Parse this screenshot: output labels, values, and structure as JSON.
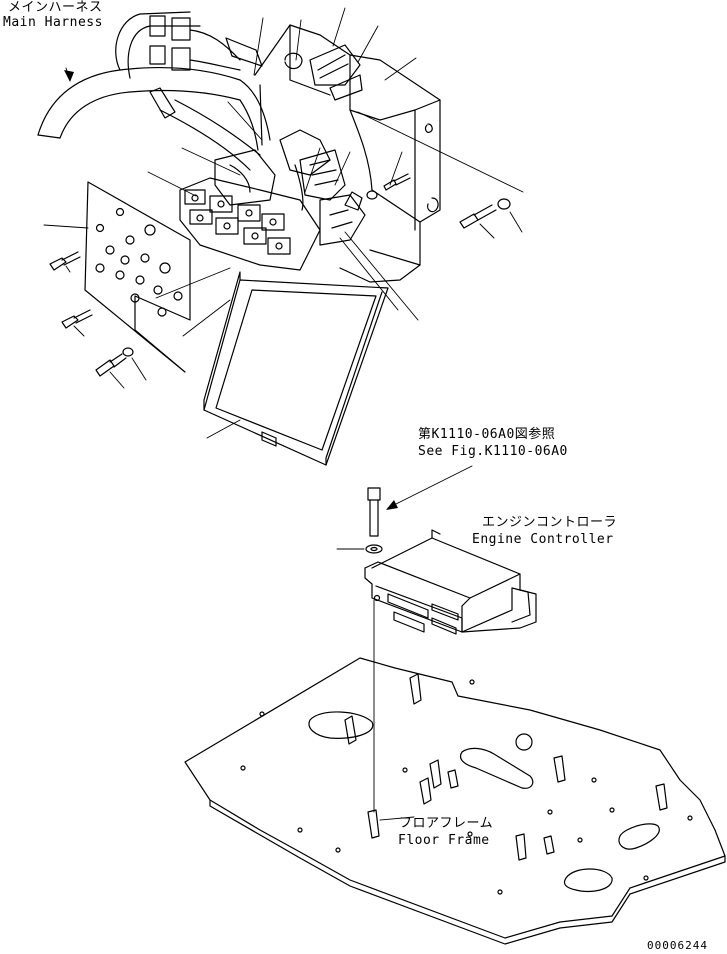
{
  "labels": {
    "main_harness_jp": "メインハーネス",
    "main_harness_en": "Main Harness",
    "see_fig_jp": "第K1110-06A0図参照",
    "see_fig_en": "See Fig.K1110-06A0",
    "engine_controller_jp": "エンジンコントローラ",
    "engine_controller_en": "Engine Controller",
    "floor_frame_jp": "フロアフレーム",
    "floor_frame_en": "Floor Frame",
    "drawing_number": "00006244"
  }
}
